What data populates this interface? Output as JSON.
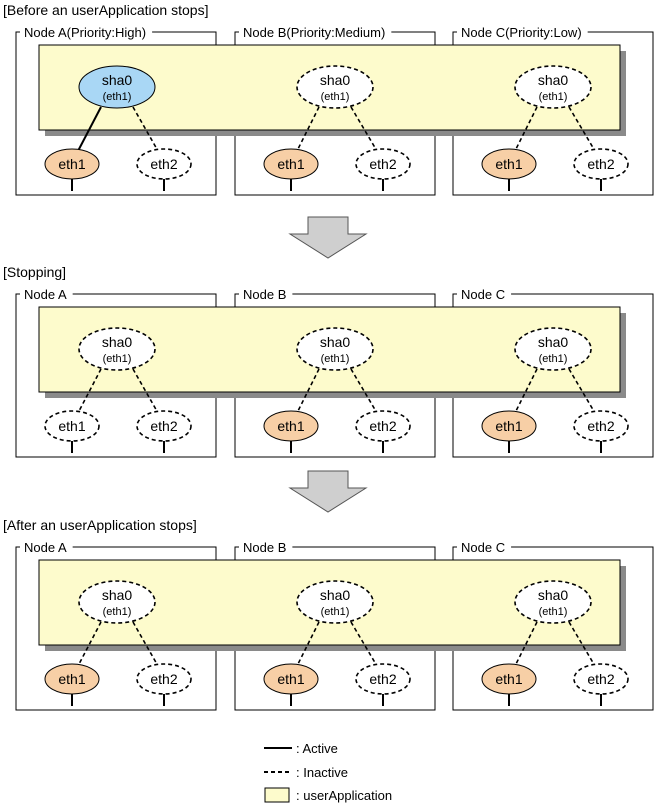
{
  "colors": {
    "app_fill": "#fdfbcc",
    "app_shadow": "#8a8a8a",
    "active_sha": "#a9d7f5",
    "active_eth": "#f7cfa6",
    "arrow_fill": "#cfcfcf"
  },
  "phases": [
    {
      "title": "[Before an userApplication stops]",
      "nodes": [
        {
          "label": "Node  A(Priority:High)",
          "sha_name": "sha0",
          "sha_sub": "(eth1)",
          "sha_active": true,
          "links": [
            true,
            false
          ],
          "eths": [
            {
              "label": "eth1",
              "active": true
            },
            {
              "label": "eth2",
              "active": false
            }
          ]
        },
        {
          "label": "Node  B(Priority:Medium)",
          "sha_name": "sha0",
          "sha_sub": "(eth1)",
          "sha_active": false,
          "links": [
            false,
            false
          ],
          "eths": [
            {
              "label": "eth1",
              "active": true
            },
            {
              "label": "eth2",
              "active": false
            }
          ]
        },
        {
          "label": "Node  C(Priority:Low)",
          "sha_name": "sha0",
          "sha_sub": "(eth1)",
          "sha_active": false,
          "links": [
            false,
            false
          ],
          "eths": [
            {
              "label": "eth1",
              "active": true
            },
            {
              "label": "eth2",
              "active": false
            }
          ]
        }
      ]
    },
    {
      "title": "[Stopping]",
      "nodes": [
        {
          "label": "Node A",
          "sha_name": "sha0",
          "sha_sub": "(eth1)",
          "sha_active": false,
          "links": [
            false,
            false
          ],
          "eths": [
            {
              "label": "eth1",
              "active": false
            },
            {
              "label": "eth2",
              "active": false
            }
          ]
        },
        {
          "label": "Node B",
          "sha_name": "sha0",
          "sha_sub": "(eth1)",
          "sha_active": false,
          "links": [
            false,
            false
          ],
          "eths": [
            {
              "label": "eth1",
              "active": true
            },
            {
              "label": "eth2",
              "active": false
            }
          ]
        },
        {
          "label": "Node C",
          "sha_name": "sha0",
          "sha_sub": "(eth1)",
          "sha_active": false,
          "links": [
            false,
            false
          ],
          "eths": [
            {
              "label": "eth1",
              "active": true
            },
            {
              "label": "eth2",
              "active": false
            }
          ]
        }
      ]
    },
    {
      "title": "[After an userApplication stops]",
      "nodes": [
        {
          "label": "Node A",
          "sha_name": "sha0",
          "sha_sub": "(eth1)",
          "sha_active": false,
          "links": [
            false,
            false
          ],
          "eths": [
            {
              "label": "eth1",
              "active": true
            },
            {
              "label": "eth2",
              "active": false
            }
          ]
        },
        {
          "label": "Node B",
          "sha_name": "sha0",
          "sha_sub": "(eth1)",
          "sha_active": false,
          "links": [
            false,
            false
          ],
          "eths": [
            {
              "label": "eth1",
              "active": true
            },
            {
              "label": "eth2",
              "active": false
            }
          ]
        },
        {
          "label": "Node C",
          "sha_name": "sha0",
          "sha_sub": "(eth1)",
          "sha_active": false,
          "links": [
            false,
            false
          ],
          "eths": [
            {
              "label": "eth1",
              "active": true
            },
            {
              "label": "eth2",
              "active": false
            }
          ]
        }
      ]
    }
  ],
  "legend": {
    "active": ": Active",
    "inactive": ": Inactive",
    "user_application": ": userApplication"
  }
}
